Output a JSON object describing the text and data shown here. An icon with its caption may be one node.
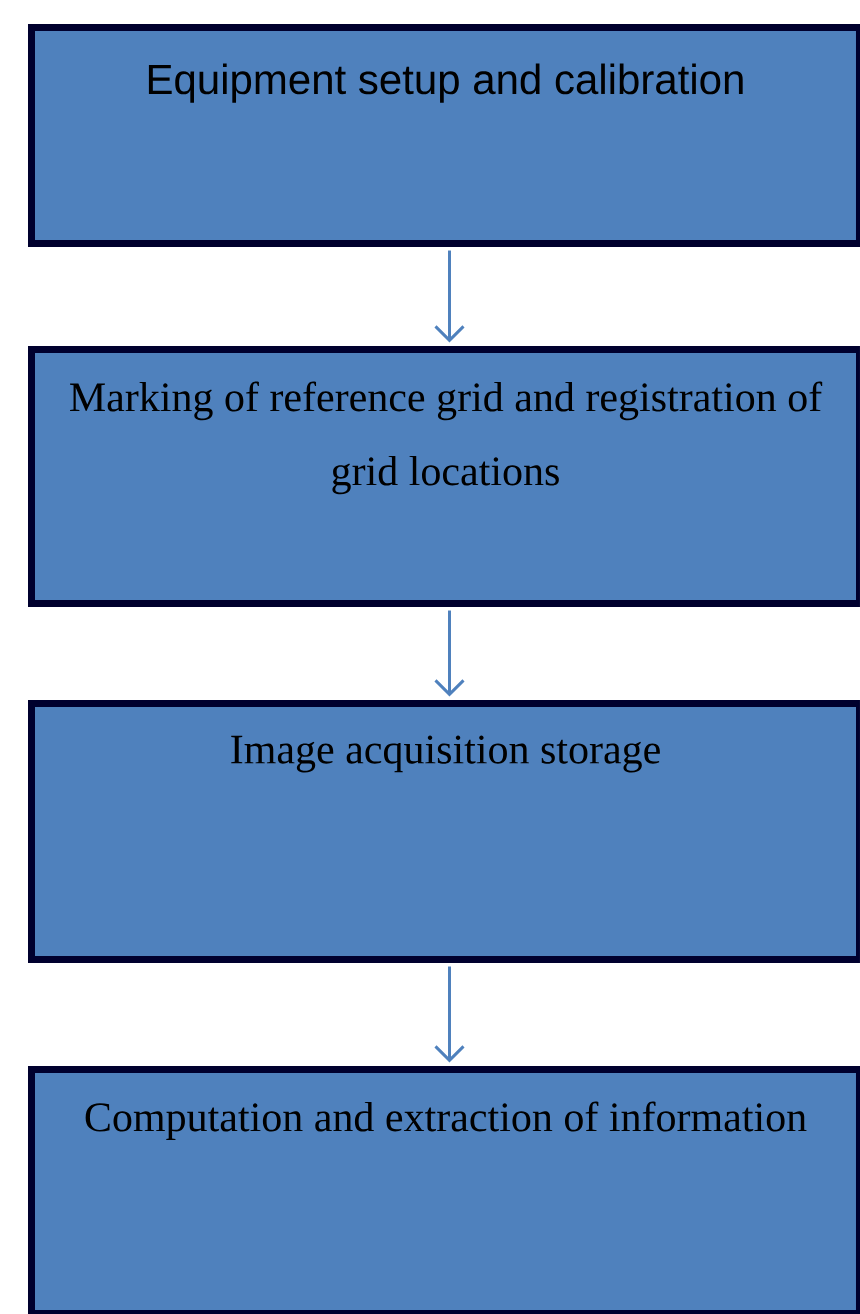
{
  "diagram": {
    "nodes": [
      {
        "text": [
          "Equipment setup and calibration"
        ]
      },
      {
        "text": [
          "Marking of reference grid and registration of grid locations"
        ]
      },
      {
        "text": [
          "Image acquisition storage"
        ]
      },
      {
        "text": [
          "Computation and extraction of information"
        ]
      }
    ],
    "edges": [
      {
        "from": 0,
        "to": 1,
        "arrow": "to"
      },
      {
        "from": 1,
        "to": 2,
        "arrow": "to"
      },
      {
        "from": 2,
        "to": 3,
        "arrow": "to"
      }
    ]
  }
}
